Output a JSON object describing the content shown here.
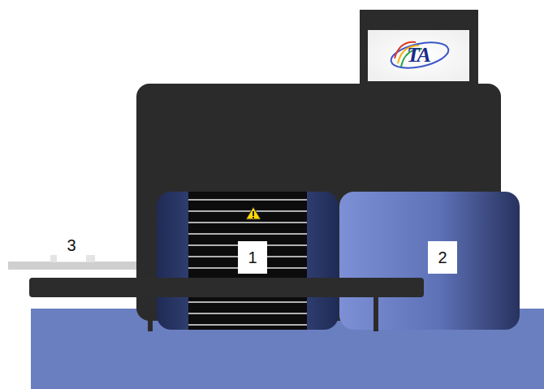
{
  "diagram": {
    "labels": [
      "TA",
      "1",
      "2",
      "3"
    ]
  }
}
